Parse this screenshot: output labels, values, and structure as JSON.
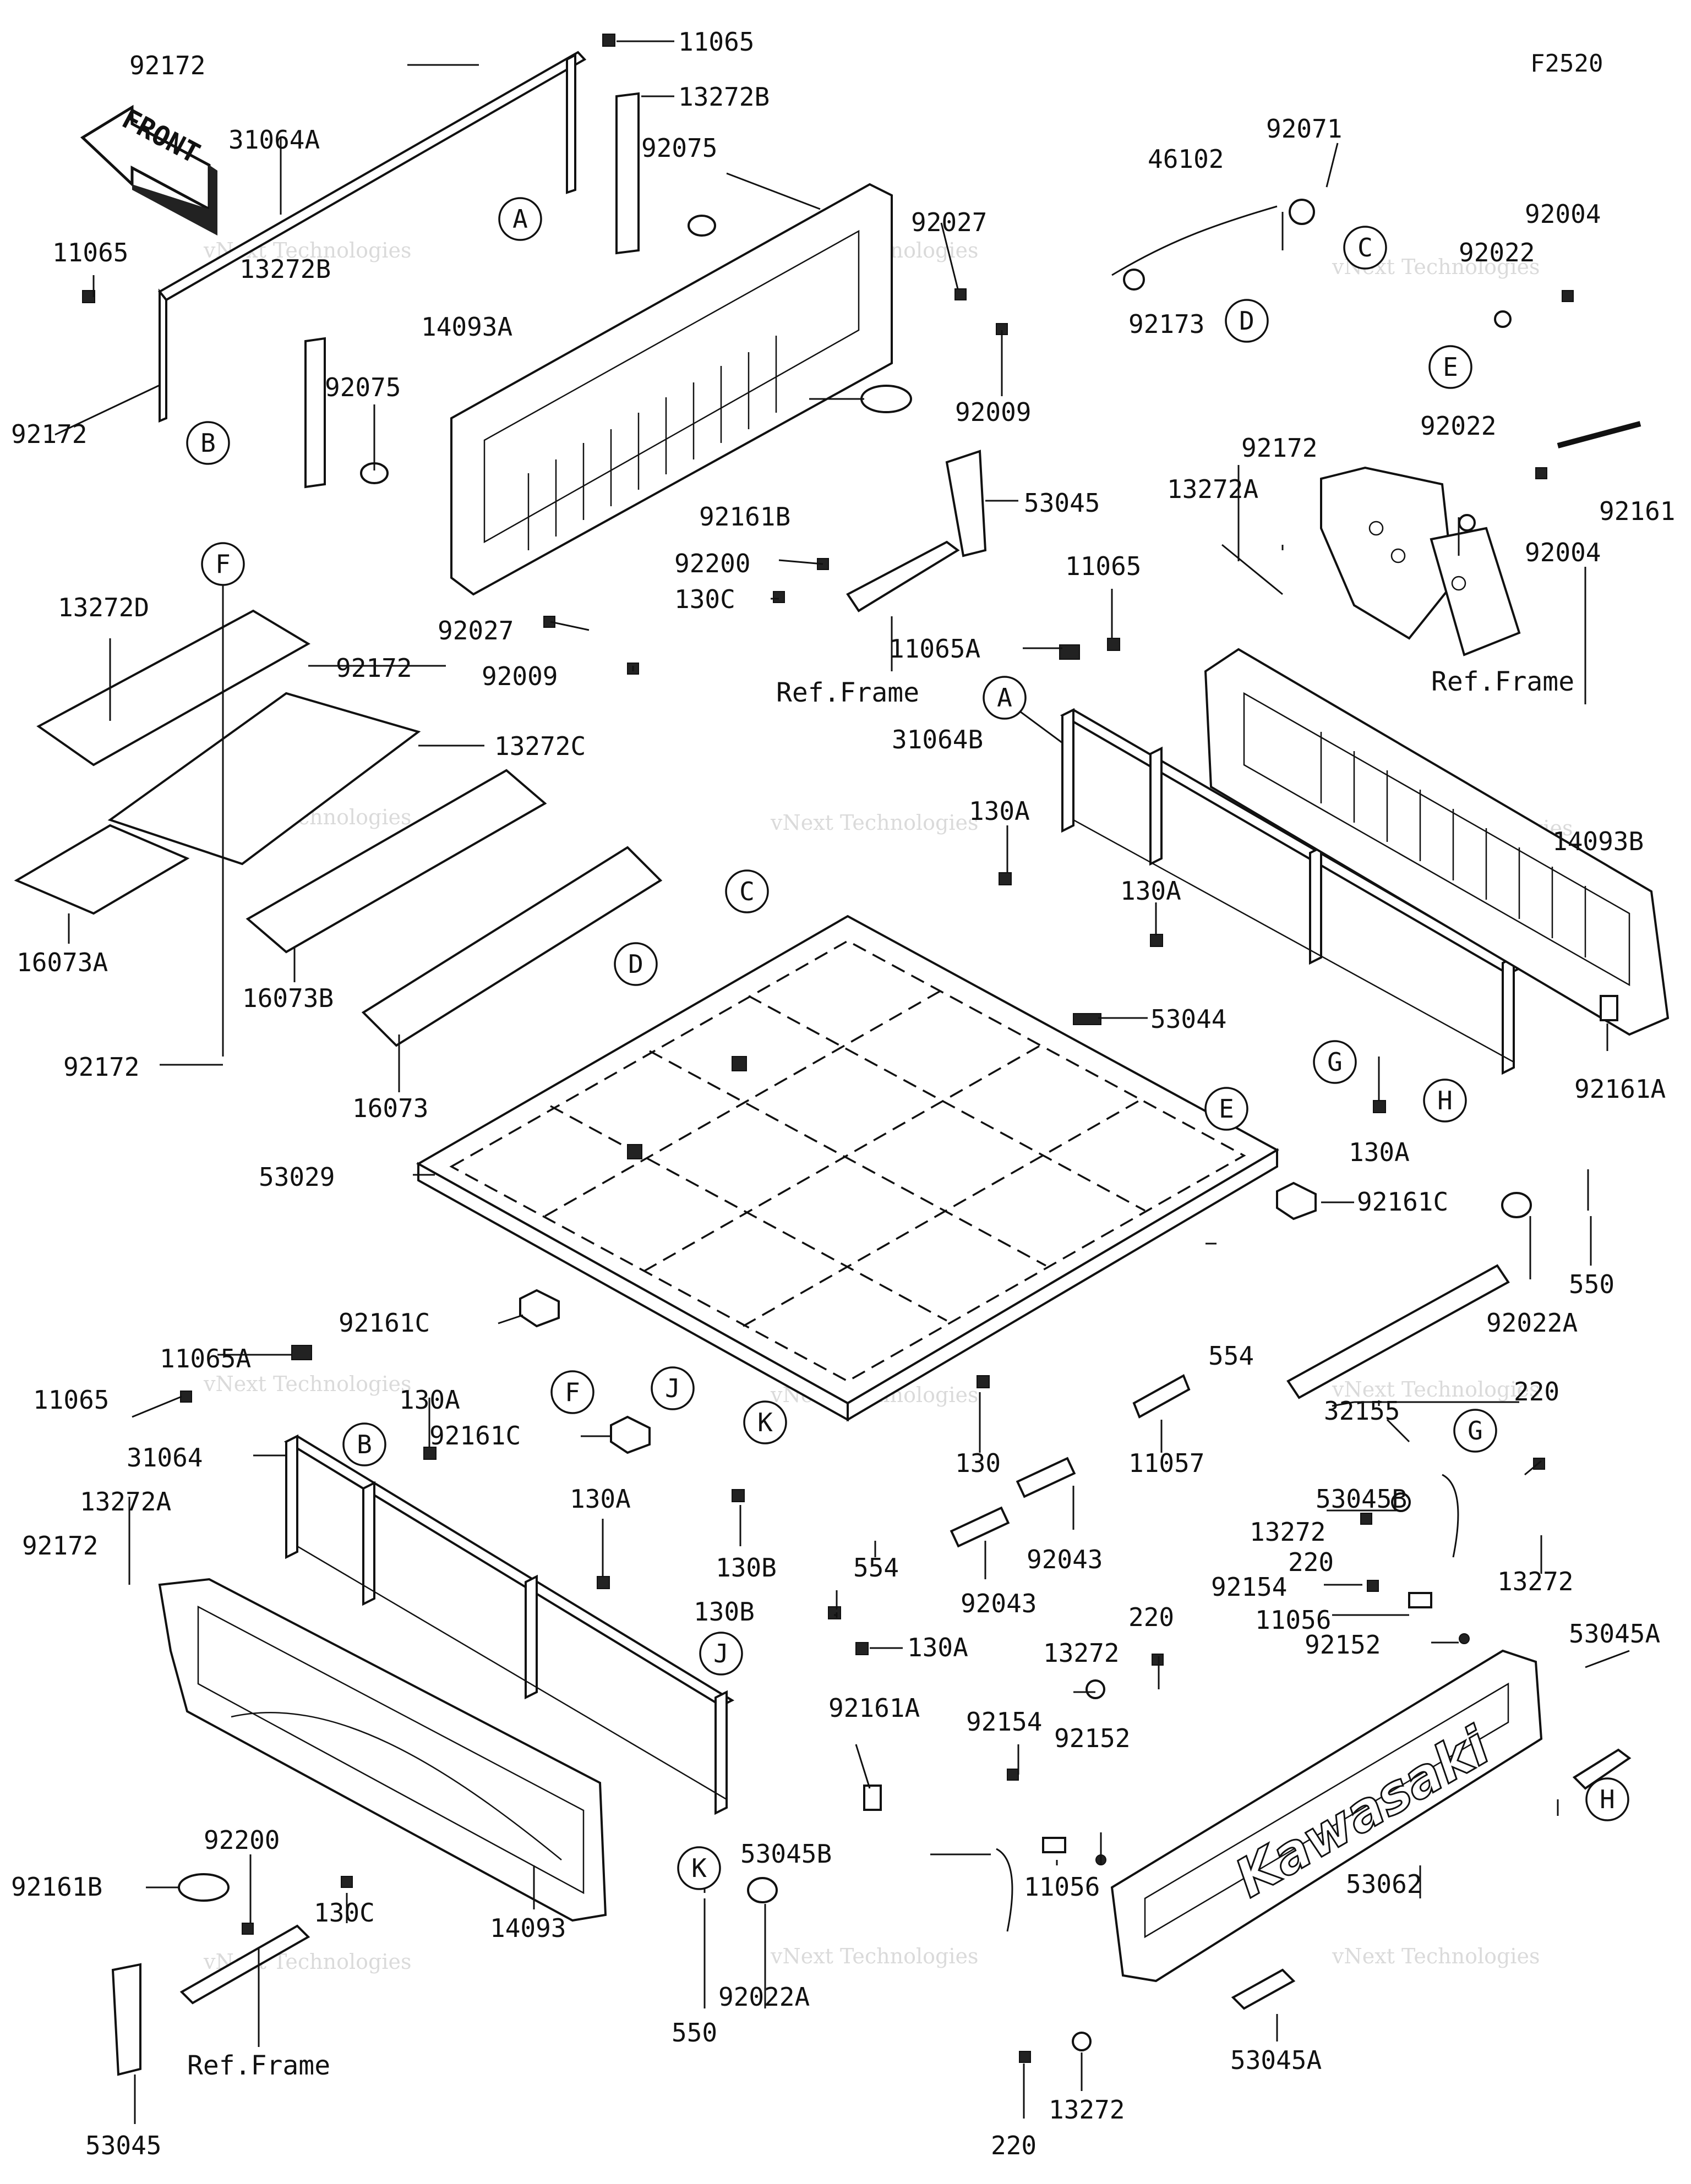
{
  "diagram_code": "F2520",
  "front_arrow_label": "FRONT",
  "watermark": "vNext Technologies",
  "watermark_big": "Technologies",
  "ref_frame": "Ref.Frame",
  "brand_text": "Kawasaki",
  "circle_letters": {
    "A": "A",
    "B": "B",
    "C": "C",
    "D": "D",
    "E": "E",
    "F": "F",
    "G": "G",
    "H": "H",
    "J": "J",
    "K": "K"
  },
  "parts": {
    "p92172": "92172",
    "p11065": "11065",
    "p13272B": "13272B",
    "p31064A": "31064A",
    "p92075": "92075",
    "p13272D": "13272D",
    "p13272C": "13272C",
    "p16073A": "16073A",
    "p16073B": "16073B",
    "p16073": "16073",
    "p14093A": "14093A",
    "p92027": "92027",
    "p92009": "92009",
    "p92161B": "92161B",
    "p92200": "92200",
    "p130C": "130C",
    "p53045": "53045",
    "p46102": "46102",
    "p92071": "92071",
    "p92173": "92173",
    "p92022": "92022",
    "p92004": "92004",
    "p92161": "92161",
    "p13272A": "13272A",
    "p11065A": "11065A",
    "p31064B": "31064B",
    "p130A": "130A",
    "p14093B": "14093B",
    "p53044": "53044",
    "p92161A": "92161A",
    "p53029": "53029",
    "p92161C": "92161C",
    "p550": "550",
    "p92022A": "92022A",
    "p554": "554",
    "p32155": "32155",
    "p220": "220",
    "p31064": "31064",
    "p130": "130",
    "p11057": "11057",
    "p130B": "130B",
    "p92043": "92043",
    "p53045B": "53045B",
    "p13272": "13272",
    "p92154": "92154",
    "p11056": "11056",
    "p92152": "92152",
    "p53045A": "53045A",
    "p53062": "53062",
    "p14093": "14093"
  }
}
